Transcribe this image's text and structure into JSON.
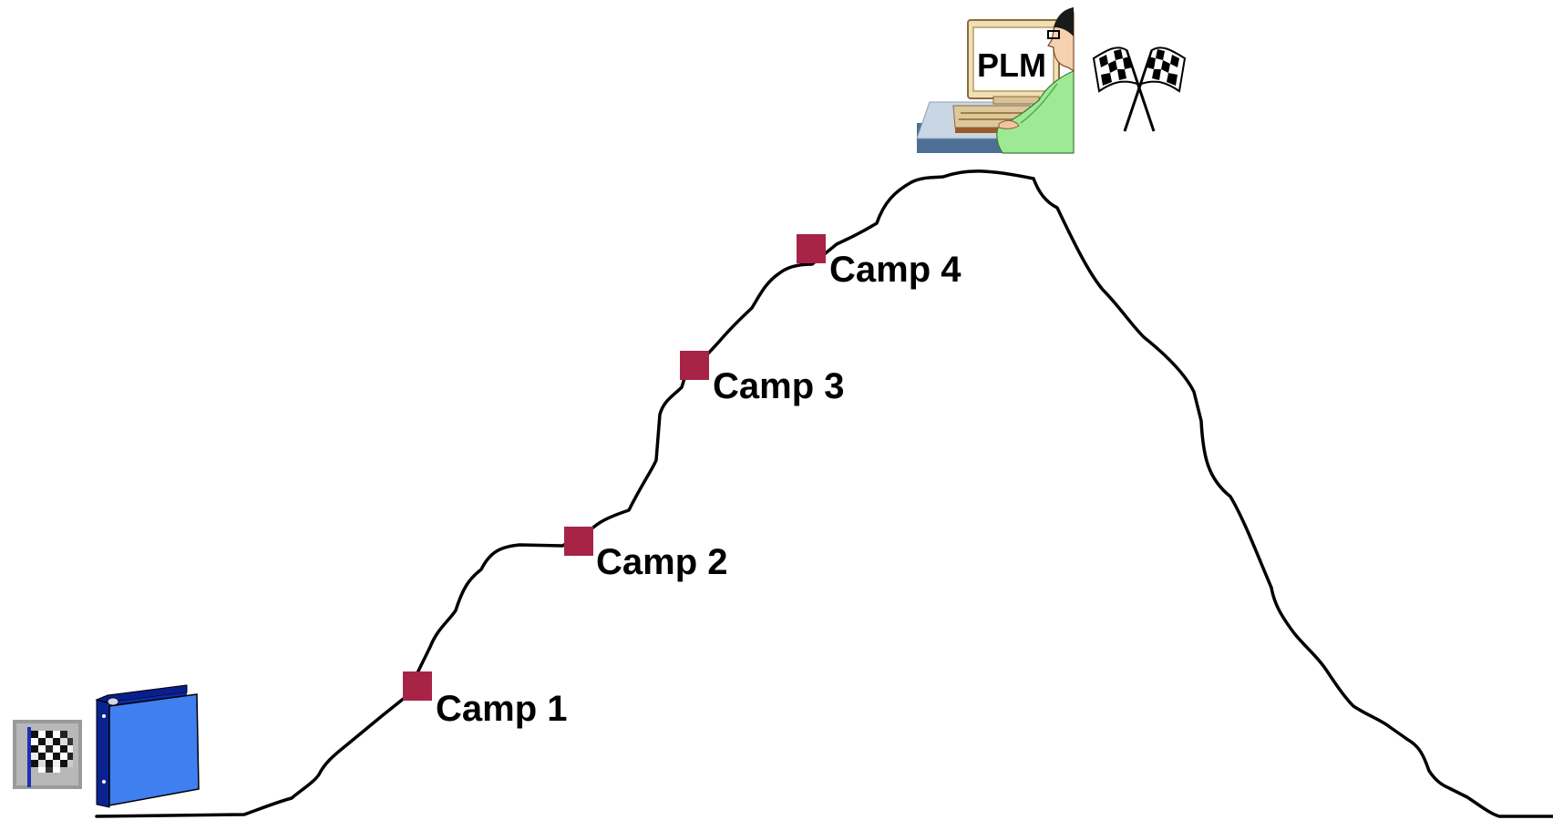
{
  "diagram": {
    "camps": [
      {
        "label": "Camp 1"
      },
      {
        "label": "Camp 2"
      },
      {
        "label": "Camp 3"
      },
      {
        "label": "Camp 4"
      }
    ],
    "summit": {
      "screen_text": "PLM"
    },
    "icons": {
      "start_flag": "checkered-flag-icon",
      "binder": "blue-binder-icon",
      "summit_person": "person-at-computer-icon",
      "finish_flags": "crossed-checkered-flags-icon"
    },
    "colors": {
      "camp_marker": "#A82447",
      "binder": "#3F7FF0",
      "shirt": "#9EEA94",
      "desk": "#4E6F95"
    }
  }
}
